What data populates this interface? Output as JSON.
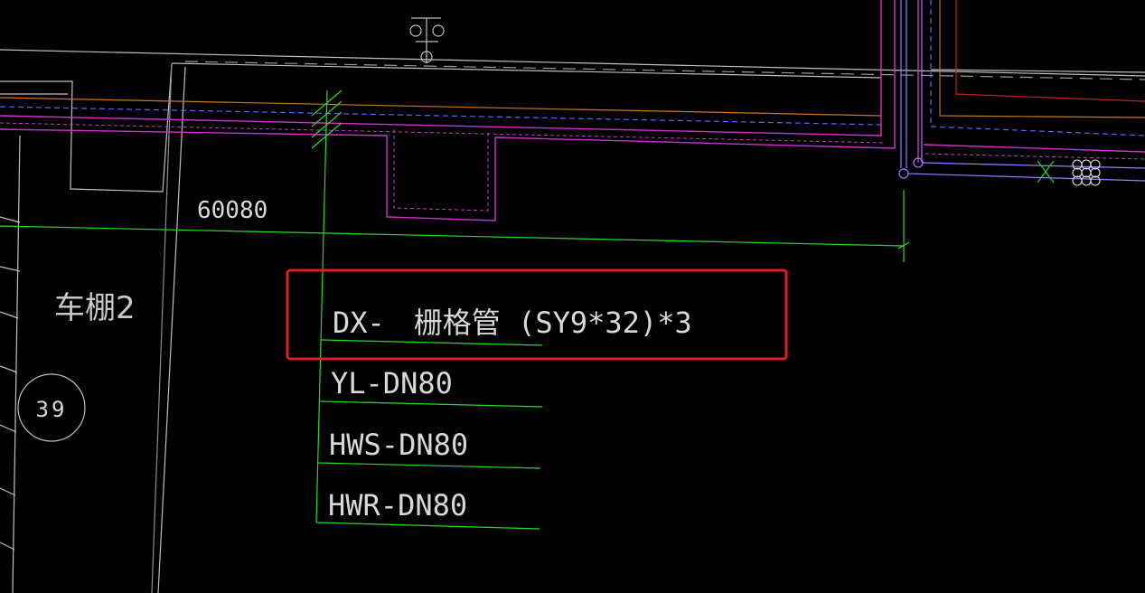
{
  "drawing": {
    "background": "#000000",
    "annotations": {
      "dimension_value": "60080",
      "area_label": "车棚2",
      "grid_bubble": "39"
    },
    "pipe_labels": [
      {
        "text": "DX-　栅格管 (SY9*32)*3"
      },
      {
        "text": "YL-DN80"
      },
      {
        "text": "HWS-DN80"
      },
      {
        "text": "HWR-DN80"
      }
    ],
    "highlight": {
      "color": "#e02020",
      "target": "DX-　栅格管 (SY9*32)*3"
    },
    "colors": {
      "text": "#d8d8d8",
      "leader": "#22dd22",
      "magenta_pipe": "#d030d0",
      "blue_dashed": "#6060ff",
      "red_line": "#c02020",
      "orange_line": "#c87820",
      "white_line": "#bfbfbf",
      "purple_line": "#9a7aff"
    },
    "icons": [
      "valve-icon",
      "grid-duct-symbol-icon",
      "lamp-symbol-icon"
    ]
  }
}
